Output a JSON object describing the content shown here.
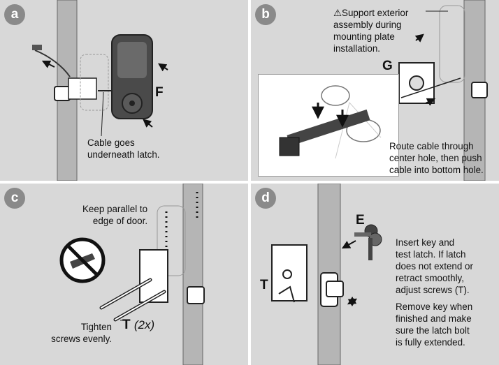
{
  "panels": {
    "a": {
      "badge": "a",
      "part_letter": "F",
      "caption_line1": "Cable goes",
      "caption_line2": "underneath latch."
    },
    "b": {
      "badge": "b",
      "warning_line1": "Support exterior",
      "warning_line2": "assembly during",
      "warning_line3": "mounting plate",
      "warning_line4": "installation.",
      "part_letter": "G",
      "route_line1": "Route cable through",
      "route_line2": "center hole, then push",
      "route_line3": "cable into bottom hole."
    },
    "c": {
      "badge": "c",
      "parallel_line1": "Keep parallel to",
      "parallel_line2": "edge of door.",
      "tighten_line1": "Tighten",
      "tighten_line2": "screws evenly.",
      "part_letter": "T",
      "quantity": "(2x)"
    },
    "d": {
      "badge": "d",
      "key_letter": "E",
      "screw_letter": "T",
      "instr_line1": "Insert key and",
      "instr_line2": "test latch. If latch",
      "instr_line3": "does not extend or",
      "instr_line4": "retract smoothly,",
      "instr_line5": "adjust screws (T).",
      "remove_line1": "Remove key when",
      "remove_line2": "finished and make",
      "remove_line3": "sure the latch bolt",
      "remove_line4": "is fully extended."
    }
  },
  "colors": {
    "panel_bg": "#d8d8d8",
    "door_edge": "#b5b5b5",
    "badge": "#8a8a8a",
    "hardware_dark": "#4a4a4a",
    "line": "#222222"
  }
}
